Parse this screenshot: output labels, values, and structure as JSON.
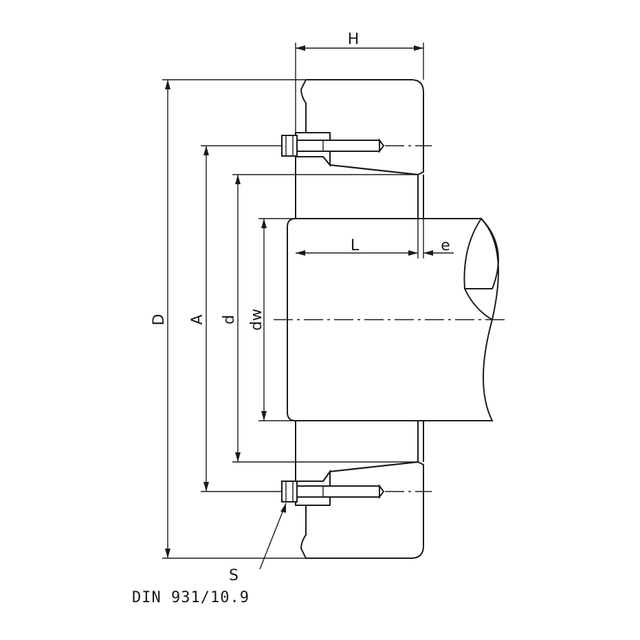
{
  "labels": {
    "H": "H",
    "D": "D",
    "A": "A",
    "d": "d",
    "dw": "dw",
    "L": "L",
    "e": "e",
    "S": "S",
    "bolt_spec": "DIN 931/10.9"
  },
  "colors": {
    "line": "#1a1a1a",
    "background": "#ffffff"
  }
}
